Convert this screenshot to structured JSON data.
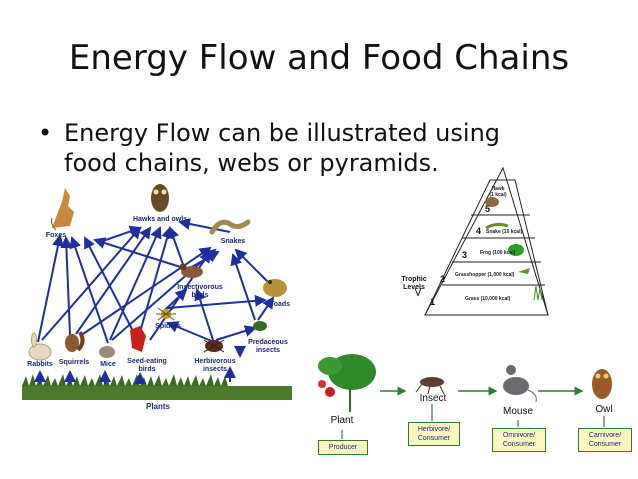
{
  "slide": {
    "title": "Energy Flow and Food Chains",
    "bullet": "Energy Flow can be illustrated using food chains, webs or pyramids."
  },
  "food_web": {
    "labels": {
      "foxes": "Foxes",
      "hawks": "Hawks and owls",
      "snakes": "Snakes",
      "insectivorous_birds": "Insectivorous\nbirds",
      "toads": "Toads",
      "spiders": "Spiders",
      "predaceous_insects": "Predaceous\ninsects",
      "rabbits": "Rabbits",
      "squirrels": "Squirrels",
      "mice": "Mice",
      "seed_eating_birds": "Seed-eating\nbirds",
      "herbivorous_insects": "Herbivorous\ninsects",
      "plants": "Plants"
    },
    "arrow_color": "#1f2fa0"
  },
  "pyramid": {
    "axis_label": "Trophic\nLevels",
    "levels": [
      {
        "number": "5",
        "label": "Hawk\n(1 kcal)"
      },
      {
        "number": "4",
        "label": "Snake (10 kcal)"
      },
      {
        "number": "3",
        "label": "Frog (100 kcal)"
      },
      {
        "number": "2",
        "label": "Grasshopper (1,000 kcal)"
      },
      {
        "number": "1",
        "label": "Grass (10,000 kcal)"
      }
    ]
  },
  "food_chain": {
    "stages": [
      {
        "name": "Plant",
        "role": "Producer"
      },
      {
        "name": "Insect",
        "role": "Herbivore/\nConsumer"
      },
      {
        "name": "Mouse",
        "role": "Omnivore/\nConsumer"
      },
      {
        "name": "Owl",
        "role": "Carnivore/\nConsumer"
      }
    ],
    "arrow_color": "#2e7d32",
    "box_fill": "#fff7c0",
    "box_border": "#2e7d32"
  }
}
